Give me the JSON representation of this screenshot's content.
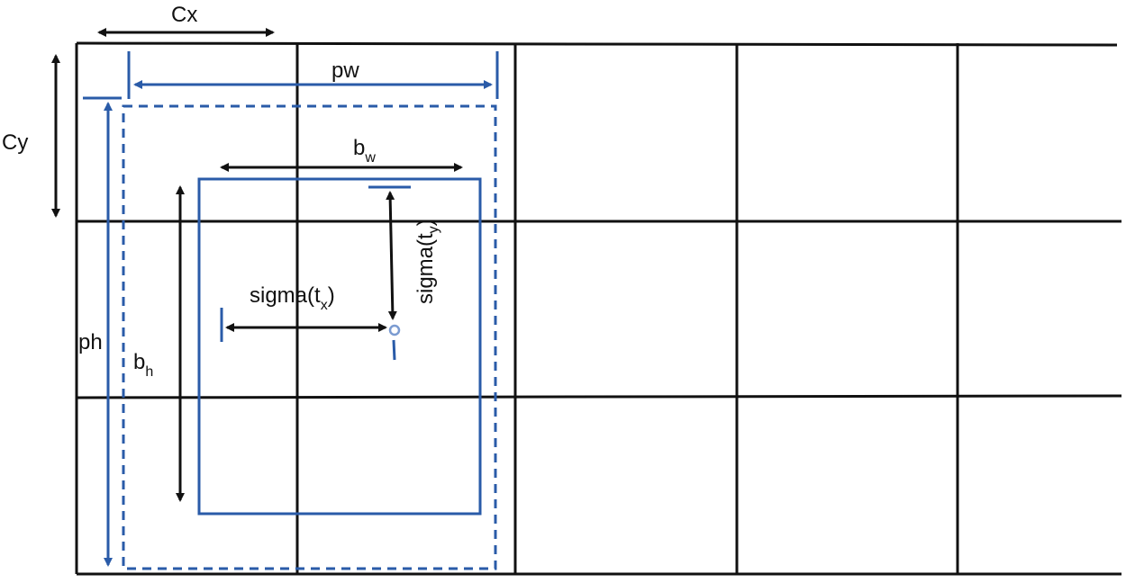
{
  "labels": {
    "cx": "Cx",
    "cy": "Cy",
    "pw": "pw",
    "ph": "ph",
    "bw_main": "b",
    "bw_sub": "w",
    "bh_main": "b",
    "bh_sub": "h",
    "sigma_tx_main": "sigma(t",
    "sigma_tx_sub": "x",
    "sigma_tx_close": ")",
    "sigma_ty_main": "sigma(t",
    "sigma_ty_sub": "y",
    "sigma_ty_close": ")"
  },
  "colors": {
    "grid": "#111111",
    "box": "#2a5ba8",
    "arrow": "#111111"
  }
}
